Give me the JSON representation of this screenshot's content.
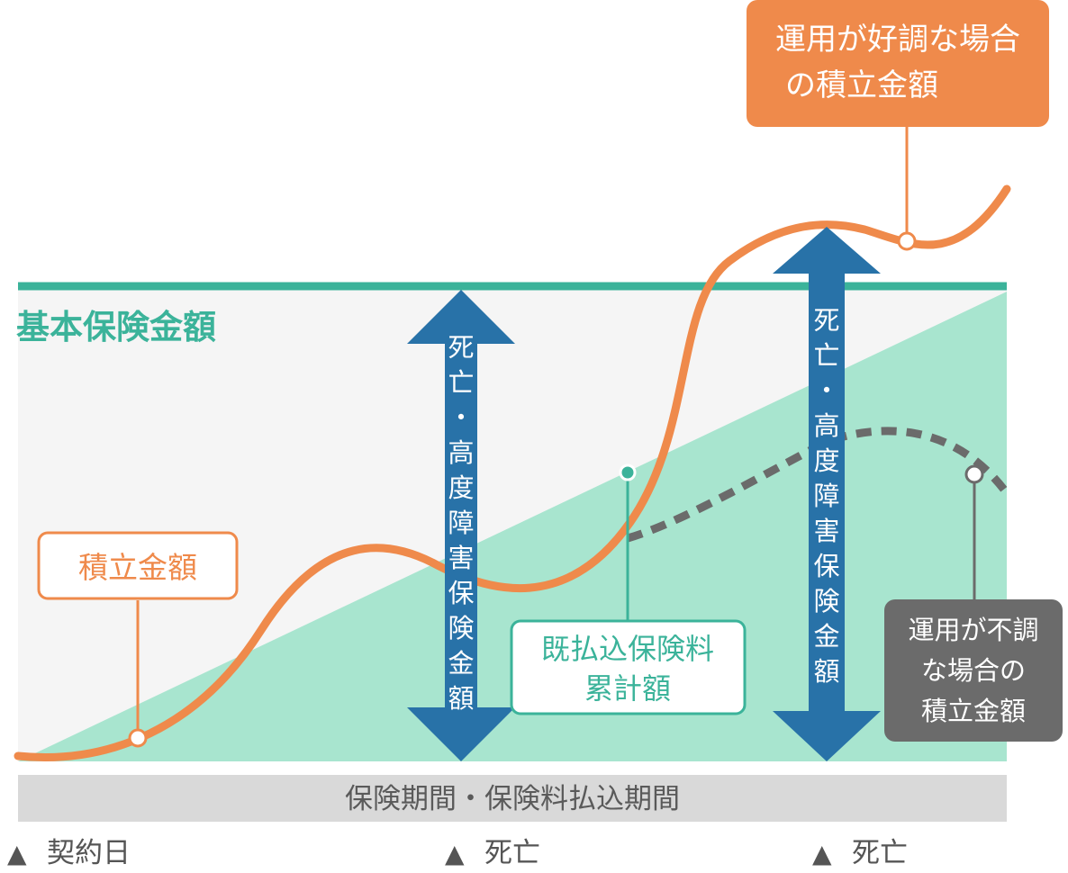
{
  "colors": {
    "sum_assured": "#3bb39a",
    "premium_area": "#a8e5cf",
    "background_panel": "#f5f5f5",
    "account_value": "#ef8a4b",
    "benefit_arrow": "#2872a8",
    "poor_performance": "#6b6b6b",
    "period_bar": "#d9d9d9"
  },
  "labels": {
    "sum_assured": "基本保険金額",
    "account_value": "積立金額",
    "good_performance_line1": "運用が好調な場合",
    "good_performance_line2": "の積立金額",
    "poor_performance_line1": "運用が不調",
    "poor_performance_line2": "な場合の",
    "poor_performance_line3": "積立金額",
    "premiums_paid_line1": "既払込保険料",
    "premiums_paid_line2": "累計額",
    "benefit_chars": [
      "死",
      "亡",
      "・",
      "高",
      "度",
      "障",
      "害",
      "保",
      "険",
      "金",
      "額"
    ],
    "period_bar": "保険期間・保険料払込期間",
    "timeline": [
      {
        "marker": "▲",
        "text": "契約日"
      },
      {
        "marker": "▲",
        "text": "死亡"
      },
      {
        "marker": "▲",
        "text": "死亡"
      }
    ]
  }
}
